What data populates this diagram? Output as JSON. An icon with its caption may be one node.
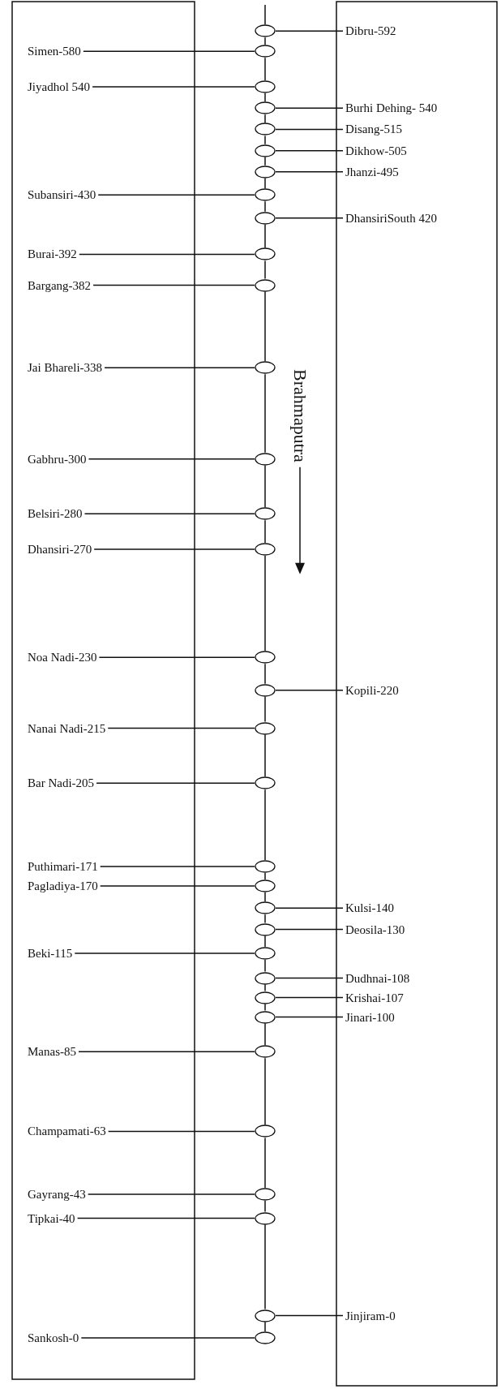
{
  "diagram": {
    "nodes": [
      {
        "text": [
          "Dibru-592"
        ]
      },
      {
        "text": [],
        "shape": "circle"
      },
      {
        "text": [
          "Simen-580"
        ]
      },
      {
        "text": [],
        "shape": "circle"
      },
      {
        "text": [
          "Jiyadhol 540"
        ]
      },
      {
        "text": [],
        "shape": "circle"
      },
      {
        "text": [
          "Burhi Dehing- 540"
        ]
      },
      {
        "text": [],
        "shape": "circle"
      },
      {
        "text": [
          "Disang-515"
        ]
      },
      {
        "text": [],
        "shape": "circle"
      },
      {
        "text": [
          "Dikhow-505"
        ]
      },
      {
        "text": [],
        "shape": "circle"
      },
      {
        "text": [
          "Jhanzi-495"
        ]
      },
      {
        "text": [],
        "shape": "circle"
      },
      {
        "text": [
          "Subansiri-430"
        ]
      },
      {
        "text": [],
        "shape": "circle"
      },
      {
        "text": [
          "DhansiriSouth 420"
        ]
      },
      {
        "text": [],
        "shape": "circle"
      },
      {
        "text": [
          "Burai-392"
        ]
      },
      {
        "text": [],
        "shape": "circle"
      },
      {
        "text": [
          "Bargang-382"
        ]
      },
      {
        "text": [],
        "shape": "circle"
      },
      {
        "text": [
          "Jai Bhareli-338"
        ]
      },
      {
        "text": [],
        "shape": "circle"
      },
      {
        "text": [
          "Gabhru-300"
        ]
      },
      {
        "text": [],
        "shape": "circle"
      },
      {
        "text": [
          "Belsiri-280"
        ]
      },
      {
        "text": [],
        "shape": "circle"
      },
      {
        "text": [
          "Dhansiri-270"
        ]
      },
      {
        "text": [],
        "shape": "circle"
      },
      {
        "text": [
          "Noa Nadi-230"
        ]
      },
      {
        "text": [],
        "shape": "circle"
      },
      {
        "text": [
          "Kopili-220"
        ]
      },
      {
        "text": [],
        "shape": "circle"
      },
      {
        "text": [
          "Nanai Nadi-215"
        ]
      },
      {
        "text": [],
        "shape": "circle"
      },
      {
        "text": [
          "Bar Nadi-205"
        ]
      },
      {
        "text": [],
        "shape": "circle"
      },
      {
        "text": [
          "Puthimari-171"
        ]
      },
      {
        "text": [],
        "shape": "circle"
      },
      {
        "text": [
          "Pagladiya-170"
        ]
      },
      {
        "text": [],
        "shape": "circle"
      },
      {
        "text": [
          "Kulsi-140"
        ]
      },
      {
        "text": [],
        "shape": "circle"
      },
      {
        "text": [
          "Deosila-130"
        ]
      },
      {
        "text": [],
        "shape": "circle"
      },
      {
        "text": [
          "Beki-115"
        ]
      },
      {
        "text": [],
        "shape": "circle"
      },
      {
        "text": [
          "Dudhnai-108"
        ]
      },
      {
        "text": [],
        "shape": "circle"
      },
      {
        "text": [
          "Krishai-107"
        ]
      },
      {
        "text": [],
        "shape": "circle"
      },
      {
        "text": [
          "Jinari-100"
        ]
      },
      {
        "text": [],
        "shape": "circle"
      },
      {
        "text": [
          "Manas-85"
        ]
      },
      {
        "text": [],
        "shape": "circle"
      },
      {
        "text": [
          "Champamati-63"
        ]
      },
      {
        "text": [],
        "shape": "circle"
      },
      {
        "text": [
          "Gayrang-43"
        ]
      },
      {
        "text": [],
        "shape": "circle"
      },
      {
        "text": [
          "Tipkai-40"
        ]
      },
      {
        "text": [],
        "shape": "circle"
      },
      {
        "text": [
          "Jinjiram-0"
        ]
      },
      {
        "text": [],
        "shape": "circle"
      },
      {
        "text": [
          "Sankosh-0"
        ]
      },
      {
        "text": [],
        "shape": "circle"
      }
    ],
    "edges": [
      {
        "from": 0,
        "to": 1,
        "arrow": "none"
      },
      {
        "from": 2,
        "to": 3,
        "arrow": "none"
      },
      {
        "from": 4,
        "to": 5,
        "arrow": "none"
      },
      {
        "from": 6,
        "to": 7,
        "arrow": "none"
      },
      {
        "from": 8,
        "to": 9,
        "arrow": "none"
      },
      {
        "from": 10,
        "to": 11,
        "arrow": "none"
      },
      {
        "from": 12,
        "to": 13,
        "arrow": "none"
      },
      {
        "from": 14,
        "to": 15,
        "arrow": "none"
      },
      {
        "from": 16,
        "to": 17,
        "arrow": "none"
      },
      {
        "from": 18,
        "to": 19,
        "arrow": "none"
      },
      {
        "from": 20,
        "to": 21,
        "arrow": "none"
      },
      {
        "from": 22,
        "to": 23,
        "arrow": "none"
      },
      {
        "from": 24,
        "to": 25,
        "arrow": "none"
      },
      {
        "from": 26,
        "to": 27,
        "arrow": "none"
      },
      {
        "from": 28,
        "to": 29,
        "arrow": "none"
      },
      {
        "from": 30,
        "to": 31,
        "arrow": "none"
      },
      {
        "from": 32,
        "to": 33,
        "arrow": "none"
      },
      {
        "from": 34,
        "to": 35,
        "arrow": "none"
      },
      {
        "from": 36,
        "to": 37,
        "arrow": "none"
      },
      {
        "from": 38,
        "to": 39,
        "arrow": "none"
      },
      {
        "from": 40,
        "to": 41,
        "arrow": "none"
      },
      {
        "from": 42,
        "to": 43,
        "arrow": "none"
      },
      {
        "from": 44,
        "to": 45,
        "arrow": "none"
      },
      {
        "from": 46,
        "to": 47,
        "arrow": "none"
      },
      {
        "from": 48,
        "to": 49,
        "arrow": "none"
      },
      {
        "from": 50,
        "to": 51,
        "arrow": "none"
      },
      {
        "from": 52,
        "to": 53,
        "arrow": "none"
      },
      {
        "from": 54,
        "to": 55,
        "arrow": "none"
      },
      {
        "from": 56,
        "to": 57,
        "arrow": "none"
      },
      {
        "from": 58,
        "to": 59,
        "arrow": "none"
      },
      {
        "from": 60,
        "to": 61,
        "arrow": "none"
      },
      {
        "from": 62,
        "to": 63,
        "arrow": "none"
      },
      {
        "from": 64,
        "to": 65,
        "arrow": "none"
      },
      {
        "from": 1,
        "to": 3,
        "arrow": "none"
      },
      {
        "from": 3,
        "to": 5,
        "arrow": "none"
      },
      {
        "from": 5,
        "to": 7,
        "arrow": "none"
      },
      {
        "from": 7,
        "to": 9,
        "arrow": "none"
      },
      {
        "from": 9,
        "to": 11,
        "arrow": "none"
      },
      {
        "from": 11,
        "to": 13,
        "arrow": "none"
      },
      {
        "from": 13,
        "to": 15,
        "arrow": "none"
      },
      {
        "from": 15,
        "to": 17,
        "arrow": "none"
      },
      {
        "from": 17,
        "to": 19,
        "arrow": "none"
      },
      {
        "from": 19,
        "to": 21,
        "arrow": "none"
      },
      {
        "from": 21,
        "to": 23,
        "arrow": "none"
      },
      {
        "from": 23,
        "to": 25,
        "arrow": "none"
      },
      {
        "from": 25,
        "to": 27,
        "arrow": "none"
      },
      {
        "from": 27,
        "to": 29,
        "arrow": "none"
      },
      {
        "from": 29,
        "to": 31,
        "arrow": "none"
      },
      {
        "from": 31,
        "to": 33,
        "arrow": "none"
      },
      {
        "from": 33,
        "to": 35,
        "arrow": "none"
      },
      {
        "from": 35,
        "to": 37,
        "arrow": "none"
      },
      {
        "from": 37,
        "to": 39,
        "arrow": "none"
      },
      {
        "from": 39,
        "to": 41,
        "arrow": "none"
      },
      {
        "from": 41,
        "to": 43,
        "arrow": "none"
      },
      {
        "from": 43,
        "to": 45,
        "arrow": "none"
      },
      {
        "from": 45,
        "to": 47,
        "arrow": "none"
      },
      {
        "from": 47,
        "to": 49,
        "arrow": "none"
      },
      {
        "from": 49,
        "to": 51,
        "arrow": "none"
      },
      {
        "from": 51,
        "to": 53,
        "arrow": "none"
      },
      {
        "from": 53,
        "to": 55,
        "arrow": "none"
      },
      {
        "from": 55,
        "to": 57,
        "arrow": "none"
      },
      {
        "from": 57,
        "to": 59,
        "arrow": "none"
      },
      {
        "from": 59,
        "to": 61,
        "arrow": "none"
      },
      {
        "from": 61,
        "to": 63,
        "arrow": "none"
      },
      {
        "from": 63,
        "to": 65,
        "arrow": "none"
      }
    ],
    "labels": [
      "Brahmaputra"
    ]
  }
}
